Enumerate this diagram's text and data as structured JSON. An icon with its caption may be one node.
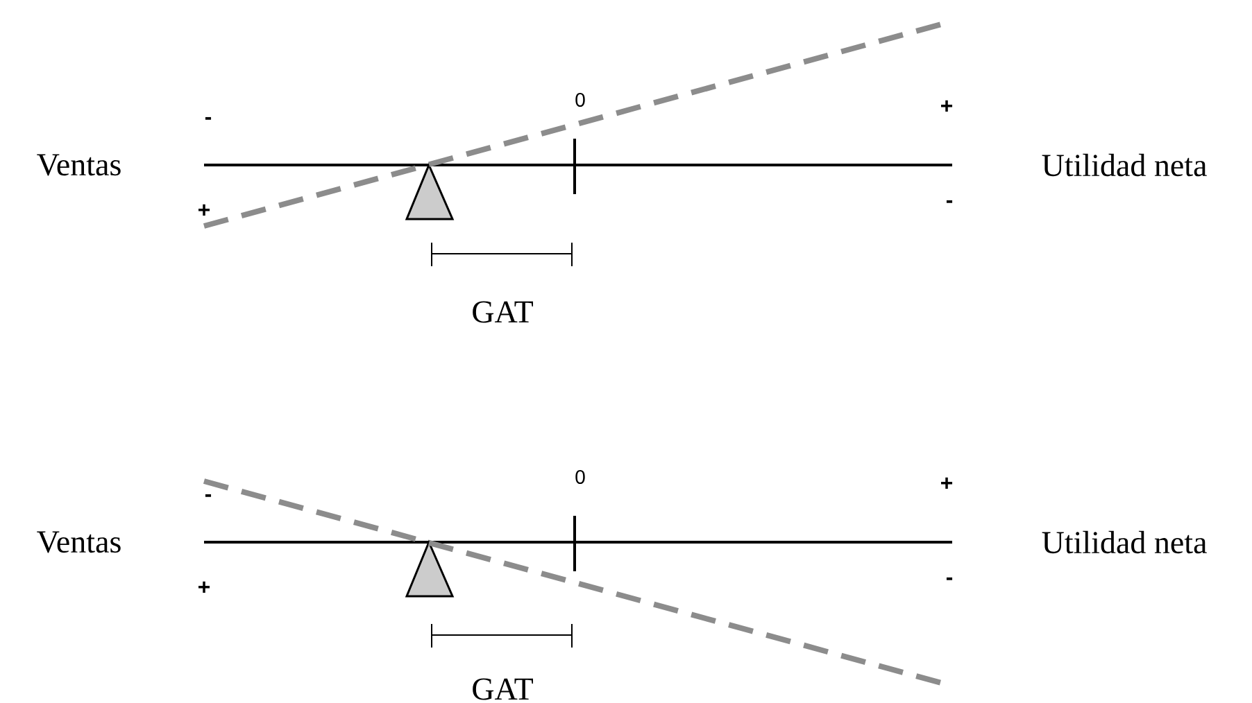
{
  "diagram": {
    "labels": [
      "0",
      "-",
      "+",
      "Ventas",
      "Utilidad neta",
      "+",
      "-",
      "GAT",
      "0",
      "-",
      "+",
      "Ventas",
      "Utilidad neta",
      "+",
      "-",
      "GAT"
    ]
  }
}
